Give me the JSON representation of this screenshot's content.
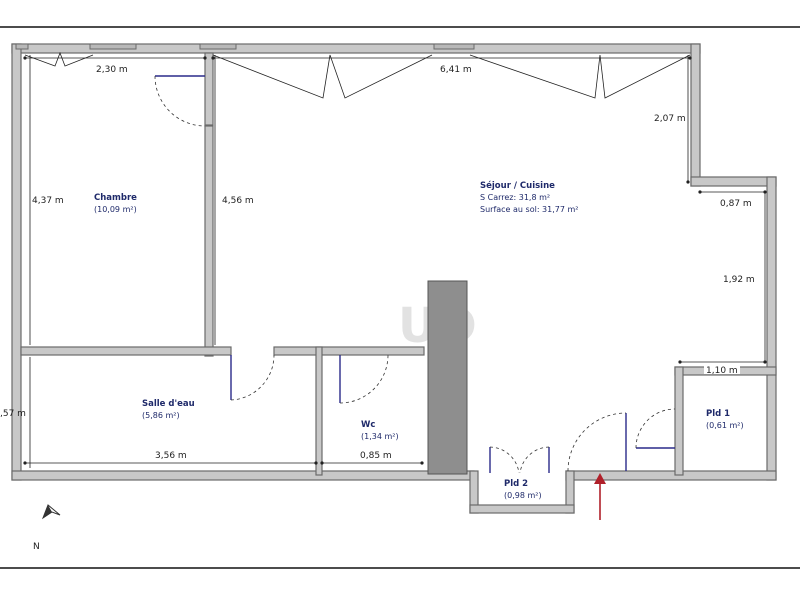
{
  "rooms": {
    "chambre": {
      "name": "Chambre",
      "area": "(10,09 m²)"
    },
    "sejour": {
      "name": "Séjour / Cuisine",
      "carrez": "S Carrez: 31,8 m²",
      "surface_sol": "Surface au sol: 31,77 m²"
    },
    "salle_eau": {
      "name": "Salle d'eau",
      "area": "(5,86 m²)"
    },
    "wc": {
      "name": "Wc",
      "area": "(1,34 m²)"
    },
    "pld1": {
      "name": "Pld 1",
      "area": "(0,61 m²)"
    },
    "pld2": {
      "name": "Pld 2",
      "area": "(0,98 m²)"
    }
  },
  "dimensions": {
    "chambre_width": "2,30 m",
    "sejour_width": "6,41 m",
    "chambre_height": "4,37 m",
    "partition_height": "4,56 m",
    "right_upper": "2,07 m",
    "right_step": "0,87 m",
    "right_lower": "1,92 m",
    "pld1_width": "1,10 m",
    "salle_eau_width": "3,56 m",
    "wc_width": "0,85 m",
    "salle_eau_height": ",57 m"
  },
  "compass": {
    "label": "N"
  },
  "watermark": "UD",
  "colors": {
    "walls": "#c8c8c8",
    "labels": "#1f2a6a",
    "entry_arrow": "#b0202a"
  }
}
